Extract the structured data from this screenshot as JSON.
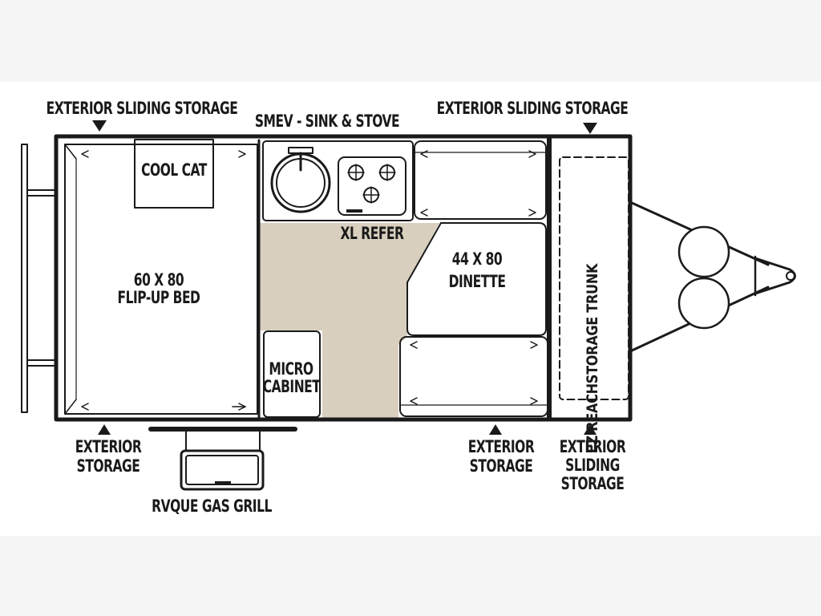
{
  "labels": {
    "ext_sliding_storage_left": "EXTERIOR SLIDING STORAGE",
    "smev_sink_stove": "SMEV - SINK & STOVE",
    "ext_sliding_storage_right": "EXTERIOR SLIDING STORAGE",
    "cool_cat": "COOL CAT",
    "xl_refer": "XL REFER",
    "dinette_line1": "44 X 80",
    "dinette_line2": "DINETTE",
    "bed_line1": "60 X 80",
    "bed_line2": "FLIP-UP BED",
    "micro_line1": "MICRO",
    "micro_line2": "CABINET",
    "ez_trunk": "EZ REACHSTORAGE TRUNK",
    "ext_storage_left_line1": "EXTERIOR",
    "ext_storage_left_line2": "STORAGE",
    "ext_storage_mid_line1": "EXTERIOR",
    "ext_storage_mid_line2": "STORAGE",
    "ext_sliding_bottom_line1": "EXTERIOR",
    "ext_sliding_bottom_line2": "SLIDING",
    "ext_sliding_bottom_line3": "STORAGE",
    "grill": "RVQUE GAS GRILL"
  },
  "colors": {
    "floor": "#d9cfbe",
    "line": "#1a1a1a",
    "background": "#ffffff",
    "page": "#f5f5f5"
  }
}
